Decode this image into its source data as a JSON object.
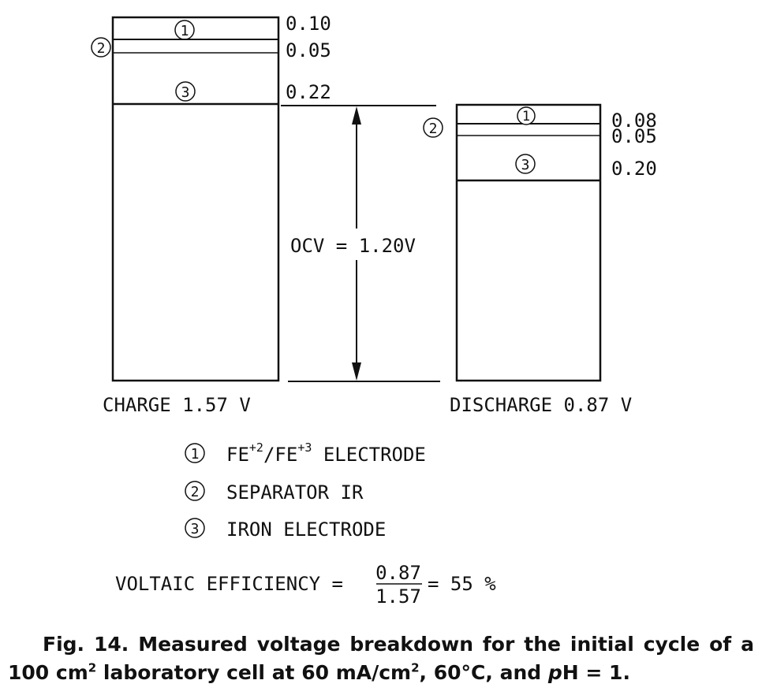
{
  "charge_bar": {
    "label": "CHARGE 1.57 V",
    "segments": [
      {
        "marker": "1",
        "value": "0.10"
      },
      {
        "marker": "2",
        "value": "0.05"
      },
      {
        "marker": "3",
        "value": "0.22"
      }
    ]
  },
  "discharge_bar": {
    "label": "DISCHARGE 0.87 V",
    "segments": [
      {
        "marker": "1",
        "value": "0.08"
      },
      {
        "marker": "2",
        "value": "0.05"
      },
      {
        "marker": "3",
        "value": "0.20"
      }
    ]
  },
  "ocv_label": "OCV = 1.20V",
  "legend": [
    {
      "marker": "1",
      "text_main": "FE",
      "sup1": "+2",
      "mid": "/FE",
      "sup2": "+3",
      "tail": " ELECTRODE"
    },
    {
      "marker": "2",
      "text": "SEPARATOR IR"
    },
    {
      "marker": "3",
      "text": "IRON ELECTRODE"
    }
  ],
  "efficiency": {
    "prefix": "VOLTAIC EFFICIENCY =",
    "numerator": "0.87",
    "denominator": "1.57",
    "suffix": "= 55 %"
  },
  "caption": {
    "line1": "Fig. 14. Measured voltage breakdown for the initial cycle of a",
    "line2_a": "100 cm",
    "line2_sup1": "2",
    "line2_b": " laboratory cell at 60 mA/cm",
    "line2_sup2": "2",
    "line2_c": ", 60°C, and ",
    "line2_p": "p",
    "line2_d": "H = 1."
  }
}
